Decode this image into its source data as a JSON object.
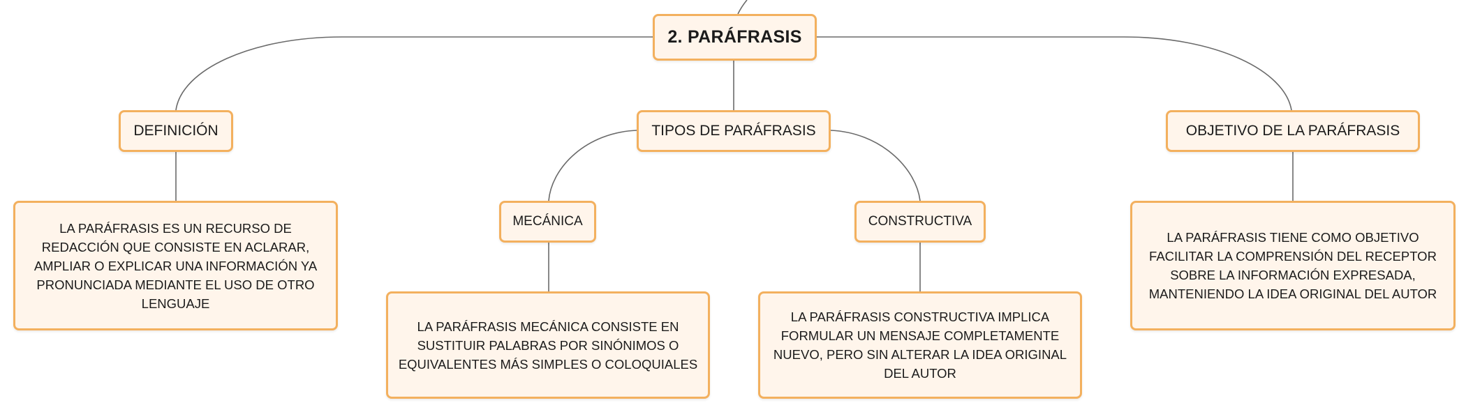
{
  "colors": {
    "node_fill": "#fff5eb",
    "node_border": "#f3b05e",
    "connector": "#6a6a6a",
    "text": "#1b1b1b"
  },
  "map": {
    "root": "2. PARÁFRASIS",
    "definicion": {
      "title": "DEFINICIÓN",
      "text": "LA PARÁFRASIS ES UN RECURSO DE REDACCIÓN QUE CONSISTE EN ACLARAR, AMPLIAR O EXPLICAR UNA INFORMACIÓN YA PRONUNCIADA MEDIANTE EL USO DE OTRO LENGUAJE"
    },
    "tipos": {
      "title": "TIPOS DE PARÁFRASIS",
      "mecanica": {
        "title": "MECÁNICA",
        "text": "LA PARÁFRASIS MECÁNICA CONSISTE EN SUSTITUIR PALABRAS POR SINÓNIMOS O EQUIVALENTES MÁS SIMPLES O COLOQUIALES"
      },
      "constructiva": {
        "title": "CONSTRUCTIVA",
        "text": "LA PARÁFRASIS CONSTRUCTIVA IMPLICA FORMULAR UN MENSAJE COMPLETAMENTE NUEVO, PERO SIN ALTERAR LA IDEA ORIGINAL DEL AUTOR"
      }
    },
    "objetivo": {
      "title": "OBJETIVO DE LA PARÁFRASIS",
      "text": "LA PARÁFRASIS TIENE COMO OBJETIVO FACILITAR LA COMPRENSIÓN DEL RECEPTOR SOBRE LA INFORMACIÓN EXPRESADA, MANTENIENDO LA IDEA ORIGINAL DEL AUTOR"
    }
  }
}
